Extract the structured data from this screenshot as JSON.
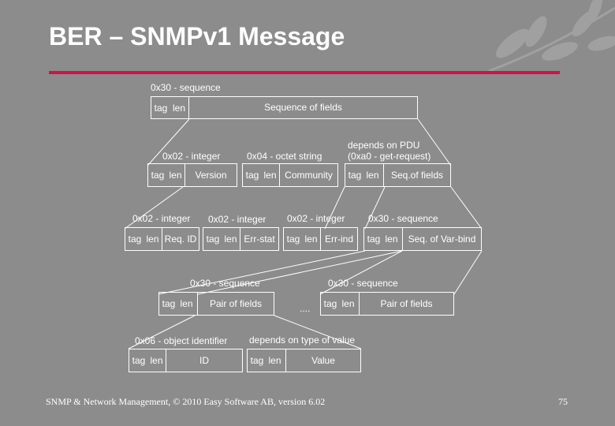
{
  "title": "BER – SNMPv1 Message",
  "tag": "tag",
  "len": "len",
  "ellipsis": "....",
  "top": {
    "header": "0x30 - sequence",
    "content": "Sequence of fields"
  },
  "level2": [
    {
      "header": "0x02 - integer",
      "content": "Version"
    },
    {
      "header": "0x04 - octet string",
      "content": "Community"
    },
    {
      "header": "depends on PDU",
      "header2": "(0xa0 - get-request)",
      "content": "Seq.of fields"
    }
  ],
  "level3": [
    {
      "header": "0x02 - integer",
      "content": "Req. ID"
    },
    {
      "header": "0x02 - integer",
      "content": "Err-stat"
    },
    {
      "header": "0x02 - integer",
      "content": "Err-ind"
    },
    {
      "header": "0x30 - sequence",
      "content": "Seq. of Var-bind"
    }
  ],
  "level4": [
    {
      "header": "0x30 - sequence",
      "content": "Pair of fields"
    },
    {
      "header": "0x30 - sequence",
      "content": "Pair of fields"
    }
  ],
  "level5": [
    {
      "header": "0x06 - object identifier",
      "content": "ID"
    },
    {
      "header": "depends on type of value",
      "content": "Value"
    }
  ],
  "footer": "SNMP & Network Management, © 2010 Easy Software AB, version 6.02",
  "page_number": "75",
  "colors": {
    "background": "#8c8c8c",
    "accent": "#d0124a",
    "text": "#ffffff"
  },
  "icons": [
    "leaf-icon"
  ]
}
